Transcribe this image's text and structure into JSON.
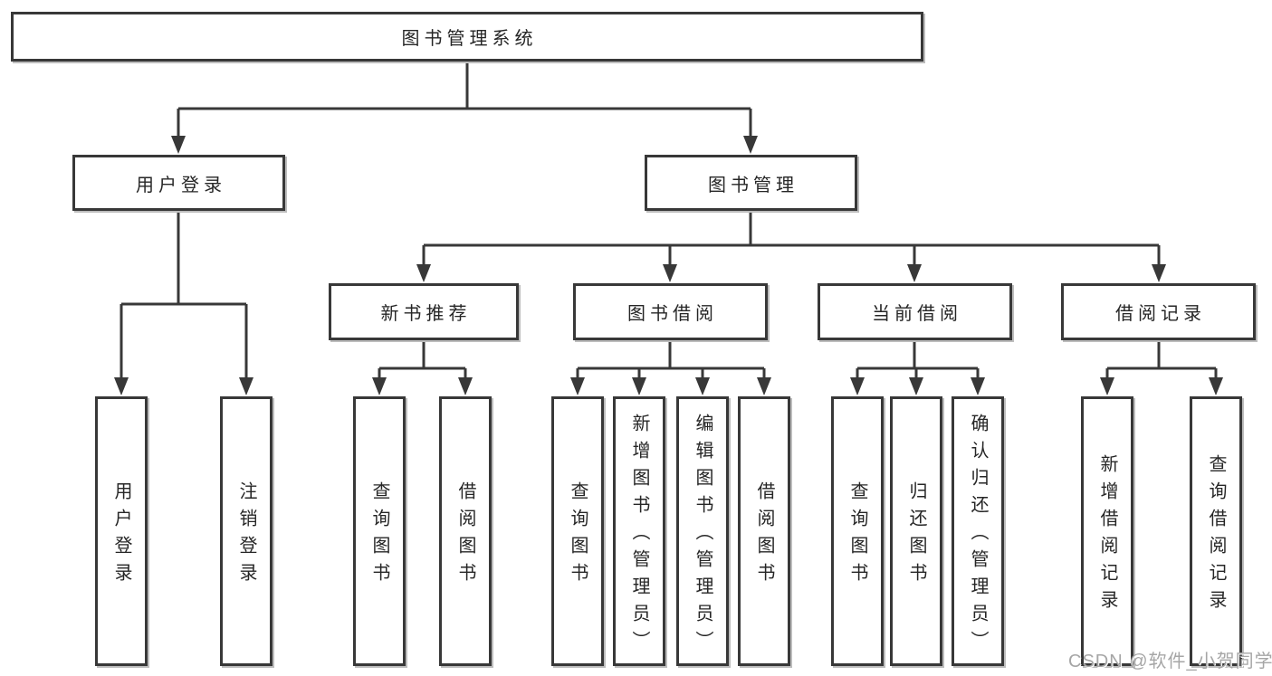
{
  "tree": {
    "root": "图书管理系统",
    "branches": [
      {
        "label": "用户登录",
        "children": [
          "用户登录",
          "注销登录"
        ]
      },
      {
        "label": "图书管理",
        "groups": [
          {
            "label": "新书推荐",
            "children": [
              "查询图书",
              "借阅图书"
            ]
          },
          {
            "label": "图书借阅",
            "children": [
              "查询图书",
              "新增图书（管理员）",
              "编辑图书（管理员）",
              "借阅图书"
            ]
          },
          {
            "label": "当前借阅",
            "children": [
              "查询图书",
              "归还图书",
              "确认归还（管理员）"
            ]
          },
          {
            "label": "借阅记录",
            "children": [
              "新增借阅记录",
              "查询借阅记录"
            ]
          }
        ]
      }
    ]
  },
  "watermark": {
    "text": "CSDN @软件_小贺同学"
  },
  "colors": {
    "line": "#383838",
    "box_border": "#383838",
    "text": "#262626",
    "watermark_text": "#a6a6a6",
    "background": "#ffffff"
  }
}
